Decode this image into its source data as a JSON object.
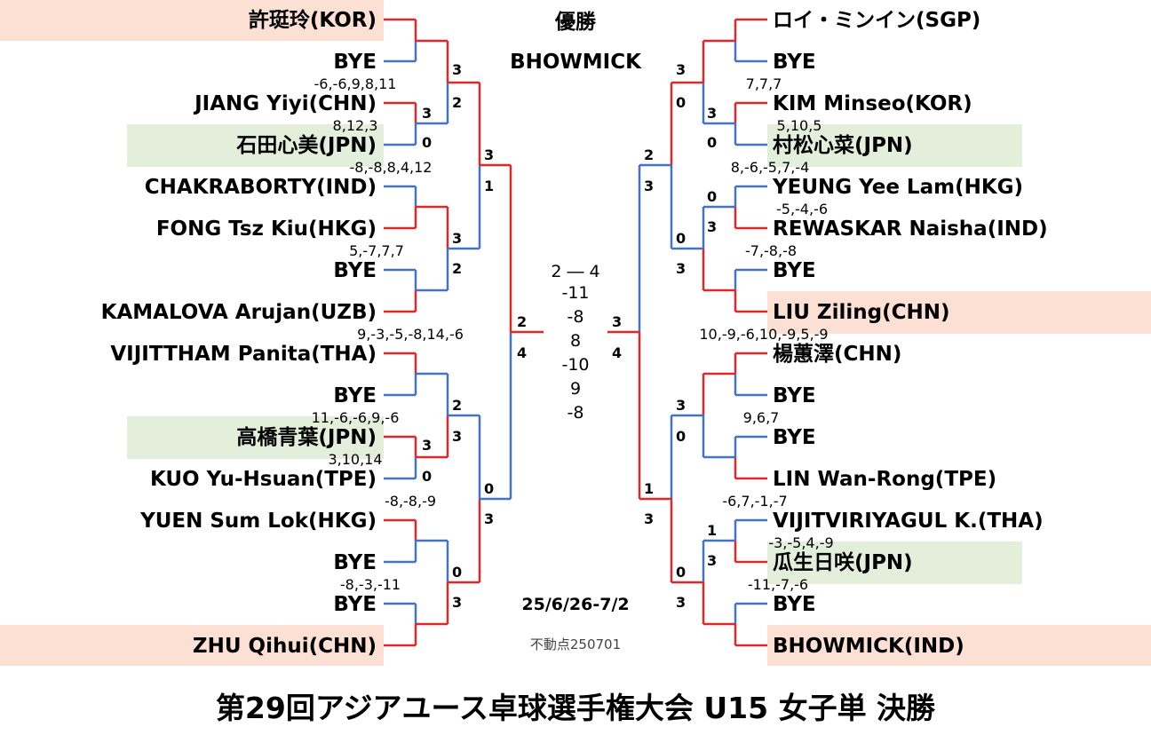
{
  "title": "第29回アジアユース卓球選手権大会 U15 女子単 決勝",
  "champion_label": "優勝",
  "champion": "BHOWMICK",
  "date": "25/6/26-7/2",
  "credit": "不動点250701",
  "final": {
    "result": "2 ― 4",
    "games": [
      "-11",
      "-8",
      "8",
      "-10",
      "9",
      "-8"
    ],
    "left_wins": "2",
    "left_score": "4",
    "right_wins": "3",
    "right_score": "4"
  },
  "colors": {
    "winner_line": "#e0282a",
    "loser_line": "#4472c4",
    "seed_bg": "#fbe0d3",
    "jpn_bg": "#e3efda"
  },
  "left_players": [
    "許珽玲(KOR)",
    "BYE",
    "JIANG Yiyi(CHN)",
    "石田心美(JPN)",
    "CHAKRABORTY(IND)",
    "FONG Tsz Kiu(HKG)",
    "BYE",
    "KAMALOVA Arujan(UZB)",
    "VIJITTHAM Panita(THA)",
    "BYE",
    "高橋青葉(JPN)",
    "KUO Yu-Hsuan(TPE)",
    "YUEN Sum Lok(HKG)",
    "BYE",
    "BYE",
    "ZHU Qihui(CHN)"
  ],
  "right_players": [
    "ロイ・ミンイン(SGP)",
    "BYE",
    "KIM Minseo(KOR)",
    "村松心菜(JPN)",
    "YEUNG Yee Lam(HKG)",
    "REWASKAR Naisha(IND)",
    "BYE",
    "LIU Ziling(CHN)",
    "楊蕙澤(CHN)",
    "BYE",
    "BYE",
    "LIN Wan-Rong(TPE)",
    "VIJITVIRIYAGUL K.(THA)",
    "瓜生日咲(JPN)",
    "BYE",
    "BHOWMICK(IND)"
  ],
  "left_scores": [
    "-6,-6,9,8,11",
    "8,12,3",
    "-8,-8,8,4,12",
    "5,-7,7,7",
    "9,-3,-5,-8,14,-6",
    "11,-6,-6,9,-6",
    "3,10,14",
    "-8,-8,-9",
    "-8,-3,-11"
  ],
  "right_scores": [
    "7,7,7",
    "5,10,5",
    "8,-6,-5,7,-4",
    "-5,-4,-6",
    "-7,-8,-8",
    "10,-9,-6,10,-9,5,-9",
    "9,6,7",
    "-6,7,-1,-7",
    "-3,-5,4,-9",
    "-11,-7,-6"
  ],
  "left_nums": [
    "3",
    "2",
    "3",
    "0",
    "3",
    "1",
    "3",
    "2",
    "2",
    "3",
    "3",
    "0",
    "0",
    "3",
    "0",
    "3"
  ],
  "right_nums": [
    "3",
    "0",
    "3",
    "0",
    "0",
    "3",
    "0",
    "3",
    "2",
    "3",
    "3",
    "0",
    "1",
    "3",
    "0",
    "3",
    "1",
    "3"
  ]
}
